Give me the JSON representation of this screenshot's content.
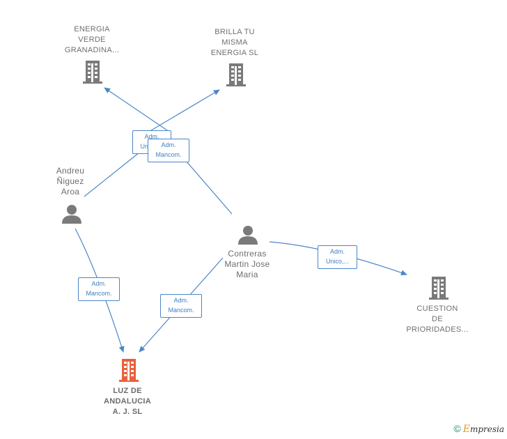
{
  "colors": {
    "edge": "#4a86c8",
    "company_icon": "#7a7a7a",
    "main_company_icon": "#e8603c",
    "person_icon": "#7a7a7a",
    "label_text": "#6f6f6f"
  },
  "companies": {
    "energia_verde": {
      "lines": [
        "ENERGIA",
        "VERDE",
        "GRANADINA..."
      ],
      "icon": "building-icon"
    },
    "brilla_tu_misma": {
      "lines": [
        "BRILLA TU",
        "MISMA",
        "ENERGIA  SL"
      ],
      "icon": "building-icon"
    },
    "cuestion_prioridades": {
      "lines": [
        "CUESTION",
        "DE",
        "PRIORIDADES..."
      ],
      "icon": "building-icon"
    },
    "luz_andalucia": {
      "lines": [
        "LUZ DE",
        "ANDALUCIA",
        "A.  J.  SL"
      ],
      "icon": "building-icon"
    }
  },
  "persons": {
    "andreu": {
      "lines": [
        "Andreu",
        "Ñiguez",
        "Aroa"
      ],
      "icon": "person-icon"
    },
    "contreras": {
      "lines": [
        "Contreras",
        "Martin Jose",
        "Maria"
      ],
      "icon": "person-icon"
    }
  },
  "edge_labels": {
    "andreu_energia": [
      "Adm.",
      "Unico,..."
    ],
    "contreras_brilla": [
      "Adm.",
      "Mancom."
    ],
    "contreras_cuestion": [
      "Adm.",
      "Unico,..."
    ],
    "andreu_luz": [
      "Adm.",
      "Mancom."
    ],
    "contreras_luz": [
      "Adm.",
      "Mancom."
    ]
  },
  "footer": {
    "copyright_symbol": "©",
    "brand_initial": "E",
    "brand_rest": "mpresia"
  }
}
